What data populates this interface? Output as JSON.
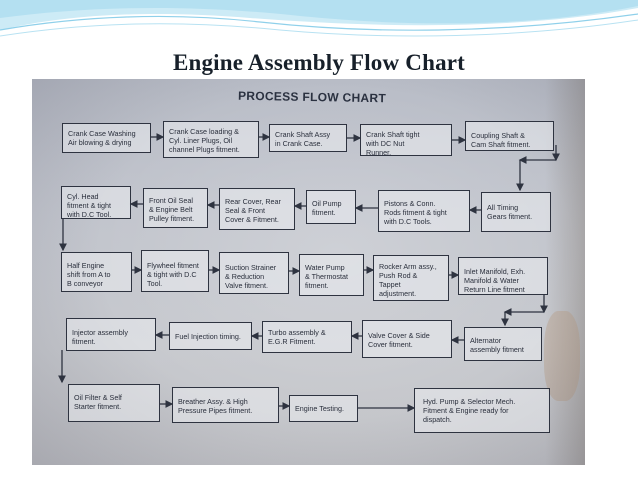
{
  "slide": {
    "title": "Engine Assembly Flow Chart",
    "colors": {
      "banner": "#bfe6f4",
      "photo_bg": "#c3c6cd",
      "box_border": "#2e3340",
      "text": "#17202a"
    }
  },
  "chart": {
    "heading": "PROCESS FLOW CHART",
    "steps": [
      "Crank Case Washing\nAir blowing & drying",
      "Crank Case loading &\nCyl. Liner Plugs, Oil\nchannel Plugs fitment.",
      "Crank Shaft Assy\nin Crank Case.",
      "Crank Shaft tight\nwith DC Nut\nRunner.",
      "Coupling Shaft &\nCam Shaft fitment.",
      "All Timing\nGears fitment.",
      "Pistons & Conn.\nRods fitment & tight\nwith D.C Tools.",
      "Oil Pump\nfitment.",
      "Rear Cover, Rear\nSeal & Front\nCover & Fitment.",
      "Front Oil Seal\n& Engine Belt\nPulley fitment.",
      "Cyl. Head\nfitment & tight\nwith D.C Tool.",
      "Half Engine\nshift from A to\nB conveyor",
      "Flywheel fitment\n& tight with D.C\nTool.",
      "Suction Strainer\n& Reduction\nValve fitment.",
      "Water Pump\n& Thermostat\nfitment.",
      "Rocker Arm assy.,\nPush Rod &\nTappet\nadjustment.",
      "Inlet Manifold, Exh.\nManifold & Water\nReturn Line fitment",
      "Alternator\nassembly fitment",
      "Valve Cover & Side\nCover fitment.",
      "Turbo assembly &\nE.G.R Fitment.",
      "Fuel Injection timing.",
      "Injector assembly\nfitment.",
      "Oil Filter & Self\nStarter fitment.",
      "Breather Assy. & High\nPressure Pipes fitment.",
      "Engine Testing.",
      "Hyd. Pump & Selector Mech.\nFitment & Engine ready for\ndispatch."
    ]
  }
}
